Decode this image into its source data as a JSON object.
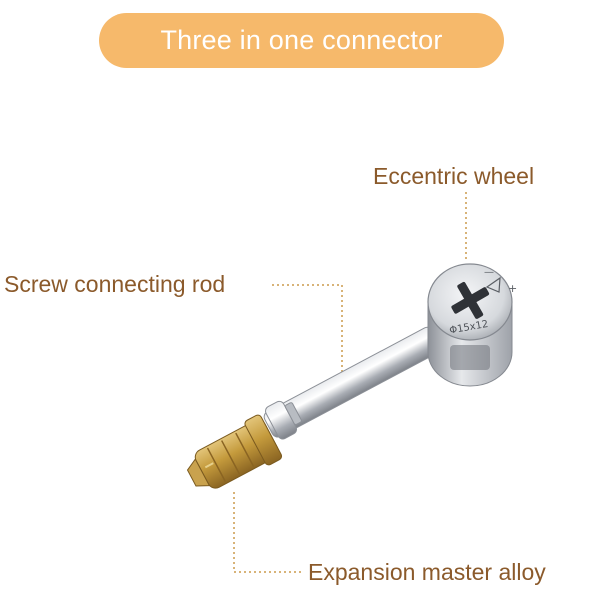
{
  "title": "Three in one connector",
  "labels": {
    "eccentric_wheel": "Eccentric wheel",
    "screw_rod": "Screw connecting rod",
    "expansion_alloy": "Expansion master alloy"
  },
  "cam_engraving": "Φ15x12",
  "colors": {
    "pill": "#f6b96b",
    "label_text": "#8b5a2b",
    "dotted_line": "#cc9a4c",
    "steel": "#c9ccd1",
    "brass": "#c49a3c"
  }
}
